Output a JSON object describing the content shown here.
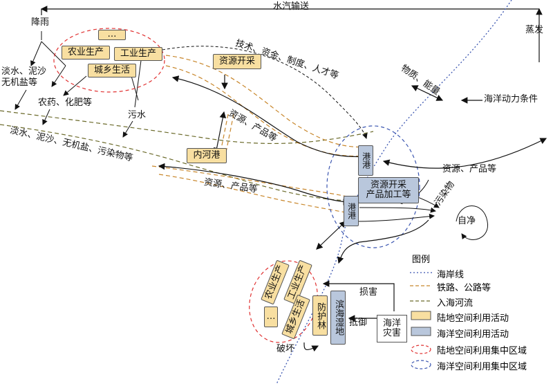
{
  "top": {
    "water_vapor": "水汽输送",
    "rain": "降雨",
    "evaporation": "蒸发"
  },
  "land_inputs": {
    "left_top": "淡水、泥沙\n无机盐等",
    "pesticide": "农药、化肥等",
    "sewage": "污水",
    "river_flow": "淡水、泥沙、无机盐、污染物等"
  },
  "land_activity_boxes": {
    "ellipsis": "…",
    "agri": "农业生产",
    "industry": "工业生产",
    "urban": "城乡生活",
    "resource": "资源开采",
    "inland_port": "内河港"
  },
  "flows": {
    "tech": "技术、资金、制度、人才等",
    "res_prod_1": "资源、产品等",
    "res_prod_2": "资源、产品等",
    "res_prod_3": "资源、产品等",
    "matter_energy": "物质、能量",
    "ocean_dyn": "海洋动力条件"
  },
  "sea_boxes": {
    "port_top": "港港",
    "port_bottom": "港港",
    "resource_process": "资源开采\n产品加工等"
  },
  "pollution": {
    "pollutant": "污染物",
    "self_clean": "自净"
  },
  "lower": {
    "agri2": "农业生产",
    "industry2": "工业生产",
    "urban2": "城乡生活",
    "ellipsis2": "…",
    "forest": "防护林",
    "wetland": "滨海湿地",
    "hazard": "海洋\n灾害",
    "damage": "损害",
    "resist": "抵御",
    "destroy": "破坏"
  },
  "legend": {
    "title": "图例",
    "items": [
      {
        "key": "coastline",
        "label": "海岸线"
      },
      {
        "key": "rail",
        "label": "铁路、公路等"
      },
      {
        "key": "river",
        "label": "入海河流"
      },
      {
        "key": "land_act",
        "label": "陆地空间利用活动"
      },
      {
        "key": "sea_act",
        "label": "海洋空间利用活动"
      },
      {
        "key": "land_zone",
        "label": "陆地空间利用集中区域"
      },
      {
        "key": "sea_zone",
        "label": "海洋空间利用集中区域"
      }
    ]
  },
  "colors": {
    "land_fill": "#f8dfa1",
    "sea_fill": "#b9c7dc",
    "coast": "#3a55b0",
    "rail": "#c8862a",
    "river": "#6b6a2a",
    "land_zone": "#e03030",
    "sea_zone": "#3a55b0"
  }
}
